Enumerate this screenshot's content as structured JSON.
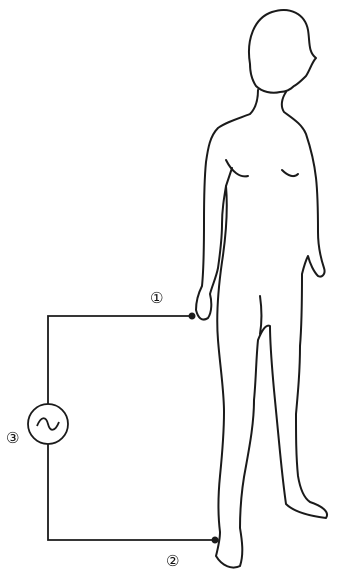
{
  "diagram": {
    "labels": {
      "contact_hand": "①",
      "contact_foot": "②",
      "source": "③"
    },
    "source_symbol": "~",
    "icons": {
      "figure": "human-figure-icon",
      "source": "ac-source-icon"
    },
    "colors": {
      "line": "#1a1a1a",
      "background": "#ffffff"
    }
  }
}
